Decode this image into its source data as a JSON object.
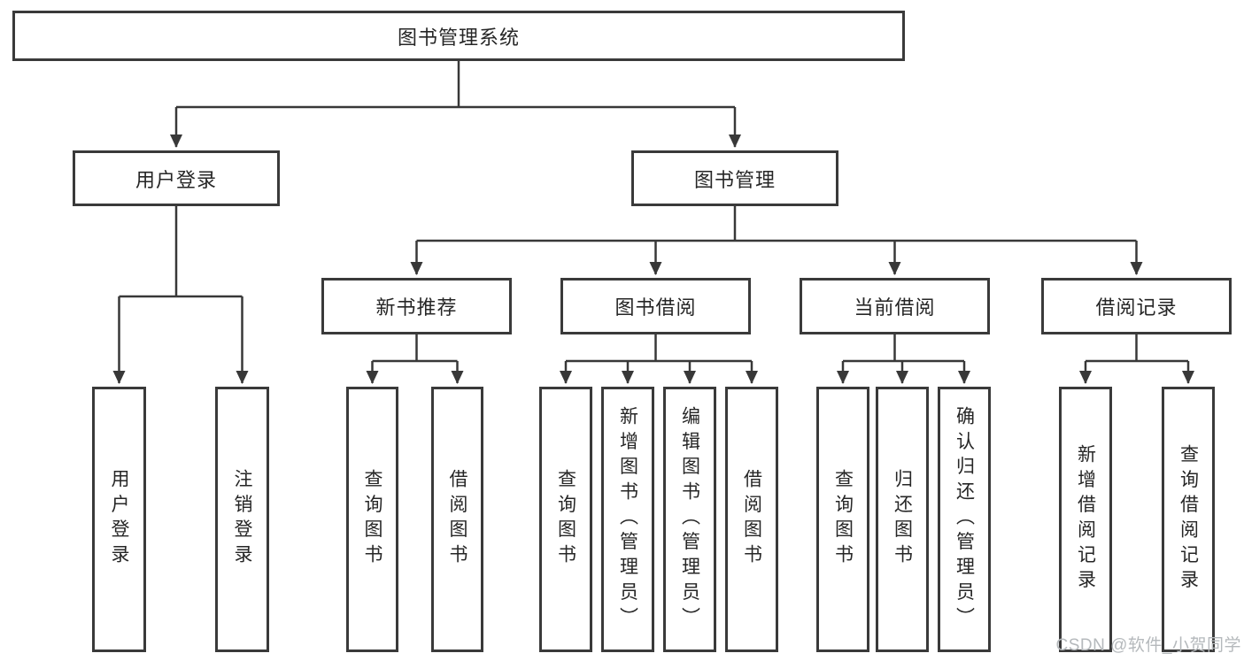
{
  "diagram": {
    "type": "hierarchy-tree",
    "colors": {
      "background": "#ffffff",
      "line": "#383838",
      "box_border": "#3a3a3a",
      "text": "#262626",
      "watermark": "#b5b9bc"
    }
  },
  "tree": {
    "root": {
      "label": "图书管理系统"
    },
    "branches": [
      {
        "label": "用户登录",
        "children": [
          {
            "label": "用户登录"
          },
          {
            "label": "注销登录"
          }
        ]
      },
      {
        "label": "图书管理",
        "children": [
          {
            "label": "新书推荐",
            "children": [
              {
                "label": "查询图书"
              },
              {
                "label": "借阅图书"
              }
            ]
          },
          {
            "label": "图书借阅",
            "children": [
              {
                "label": "查询图书"
              },
              {
                "label": "新增图书（管理员）"
              },
              {
                "label": "编辑图书（管理员）"
              },
              {
                "label": "借阅图书"
              }
            ]
          },
          {
            "label": "当前借阅",
            "children": [
              {
                "label": "查询图书"
              },
              {
                "label": "归还图书"
              },
              {
                "label": "确认归还（管理员）"
              }
            ]
          },
          {
            "label": "借阅记录",
            "children": [
              {
                "label": "新增借阅记录"
              },
              {
                "label": "查询借阅记录"
              }
            ]
          }
        ]
      }
    ]
  },
  "watermark": {
    "text": "CSDN @软件_小贺同学"
  }
}
